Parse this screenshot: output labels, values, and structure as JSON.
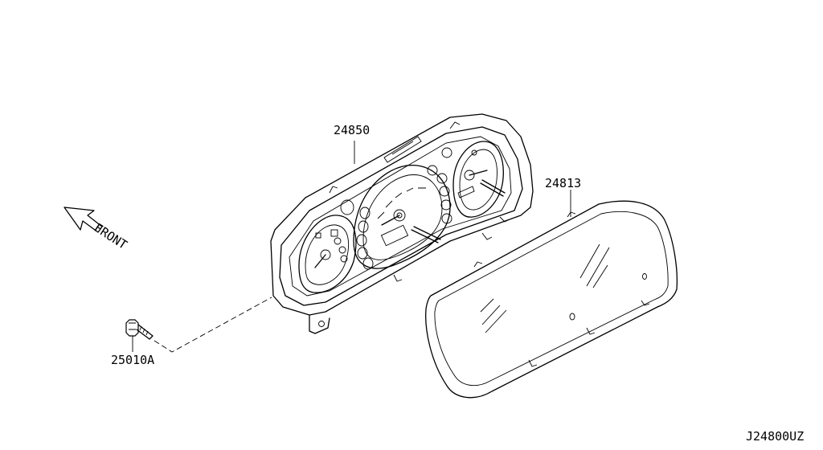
{
  "parts": {
    "cluster_label": "24850",
    "lens_label": "24813",
    "screw_label": "25010A"
  },
  "front_label": "FRONT",
  "figure_code": "J24800UZ"
}
